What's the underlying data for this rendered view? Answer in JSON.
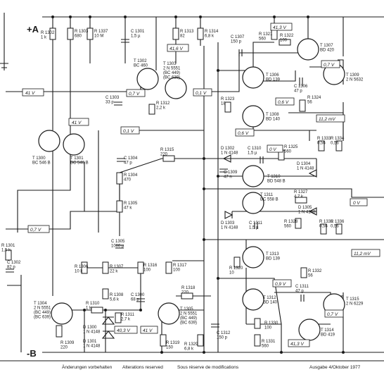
{
  "rails": {
    "pos": "+A",
    "neg": "-B"
  },
  "footer": {
    "notice_de": "Änderungen vorbehalten",
    "notice_en": "Alterations reserved",
    "notice_fr": "Sous réserve de modifications",
    "edition": "Ausgabe 4/Oktober 1977"
  },
  "voltages": {
    "v41_left": "41 V",
    "v41_mid": "41 V",
    "v416": "41,6 V",
    "v413": "41,3 V",
    "v01a": "0,1 V",
    "v07a": "0,7 V",
    "v01b": "0,1 V",
    "v07b": "0,7 V",
    "v06a": "0,6 V",
    "v06b": "0,6 V",
    "v112a": "11,2 mV",
    "v0a": "0 V",
    "v0b": "0 V",
    "v07c": "0,7 V",
    "v112b": "11,2 mV",
    "v09": "0,9 V",
    "v403": "40,3 V",
    "v41n": "41 V",
    "v413n": "41,3 V",
    "v07d": "0,7 V"
  },
  "components": {
    "r1302": "R 1302\n1 k",
    "r1303": "R 1303\n680",
    "r1337": "R 1337\n10 M",
    "c1301": "C 1301\n1,5 µ",
    "r1313": "R 1313\n82",
    "r1314": "R 1314\n6,8 k",
    "c1307": "C 1307\n150 p",
    "r1321": "R 1321\n560",
    "r1322": "R 1322\n100",
    "t1307": "T 1307\nBD 420",
    "t1302": "T 1302\nBC 460",
    "t1303": "T 1303\n2 N 5551\n(BC 449)\n(BC 639)",
    "t1306": "T 1306\nBD 139",
    "c1306": "C 1306\n47 p",
    "t1309": "T 1309\n2 N 5632",
    "c1303": "C 1303\n33 p",
    "r1312": "R 1312\n2,2 k",
    "r1323": "R 1323\n18",
    "r1324": "R 1324\n56",
    "t1308": "T 1308\nBD 140",
    "t1300": "T 1300\nBC 546 B",
    "t1301": "T 1301\nBC 546 B",
    "r1315": "R 1315\n220",
    "d1302": "D 1302\n1 N 4148",
    "c1310": "C 1310\n1,5 µ",
    "r1325": "R 1325\n560",
    "r1333": "R 1333\n0,56",
    "r1334": "R 1334\n0,56",
    "c1304": "C 1304\n47 p",
    "r1304": "R 1304\n470",
    "c1309": "C 1309\n47 n",
    "d1304": "D 1304\n1 N 4148",
    "r1305": "R 1305\n47 k",
    "t1310": "T 1310\nBD 548 B",
    "t1311": "T 1311\nBC 558 B",
    "r1327": "R 1327\n4,7 k",
    "d1305": "D 1305\n1 N 4148",
    "d1303": "D 1303\n1 N 4148",
    "c1311": "C 1311\n1,5 µ",
    "r1328": "R 1328\n560",
    "r1335": "R 1335\n0,56",
    "r1336": "R 1336\n0,56",
    "r1301": "R 1301\n1,5 k",
    "c1305": "C 1305\n1000 µ",
    "c1302": "C 1302\n82 p",
    "r1306": "R 1306\n10 k",
    "r1307": "R 1307\n22 k",
    "r1316": "R 1316\n100",
    "r1317": "R 1317\n100",
    "t1313": "T 1313\nBD 139",
    "r1320": "R 1320\n10",
    "r1332": "R 1332\n56",
    "r1308": "R 1308\n5,6 k",
    "c1300": "C 1300\n68 p",
    "r1318": "R 1318\n220",
    "c1311b": "C 1311\n47 p",
    "t1315": "T 1315\n2 N 6229",
    "t1304": "T 1304\n2 N 5551\n(BC 449)\n(BC 639)",
    "r1310": "R 1310\n1 k",
    "r1311": "R 1311\n2,7 k",
    "t1305": "T 1305\n2 N 5551\n(BC 449)\n(BC 639)",
    "t1312": "T 1312\nBD 140",
    "d1300": "D 1300\n1 N 4148",
    "r1330": "R 1330\n100",
    "d1301": "D 1301\n1 N 4148",
    "r1309": "R 1309\n220",
    "r1319": "R 1319\n150",
    "c1312": "C 1312\n150 p",
    "r1329": "R 1329\n6,8 k",
    "r1331": "R 1331\n560",
    "t1314": "T 1314\nBD 419"
  }
}
